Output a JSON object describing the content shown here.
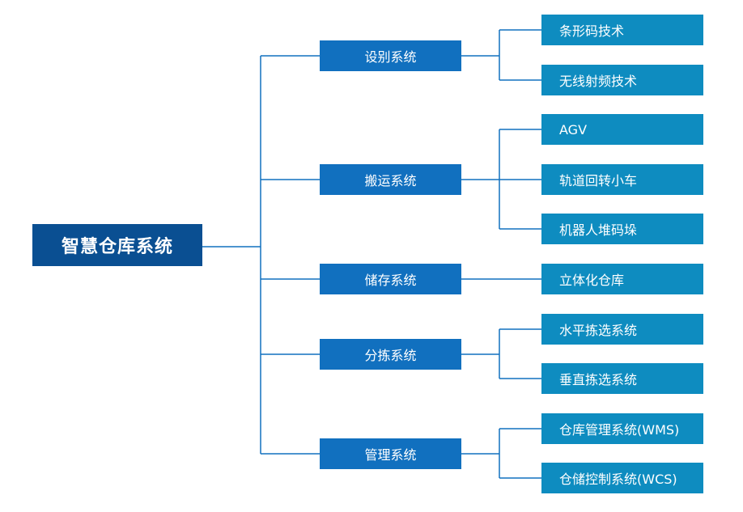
{
  "root": {
    "label": "智慧仓库系统"
  },
  "branches": [
    {
      "label": "设别系统",
      "children": [
        "条形码技术",
        "无线射频技术"
      ]
    },
    {
      "label": "搬运系统",
      "children": [
        "AGV",
        "轨道回转小车",
        "机器人堆码垛"
      ]
    },
    {
      "label": "储存系统",
      "children": [
        "立体化仓库"
      ]
    },
    {
      "label": "分拣系统",
      "children": [
        "水平拣选系统",
        "垂直拣选系统"
      ]
    },
    {
      "label": "管理系统",
      "children": [
        "仓库管理系统(WMS)",
        "仓储控制系统(WCS)"
      ]
    }
  ],
  "colors": {
    "root": "#0a4f92",
    "branch": "#1170bf",
    "leaf": "#0e8cc0",
    "connector": "#1170bf"
  }
}
